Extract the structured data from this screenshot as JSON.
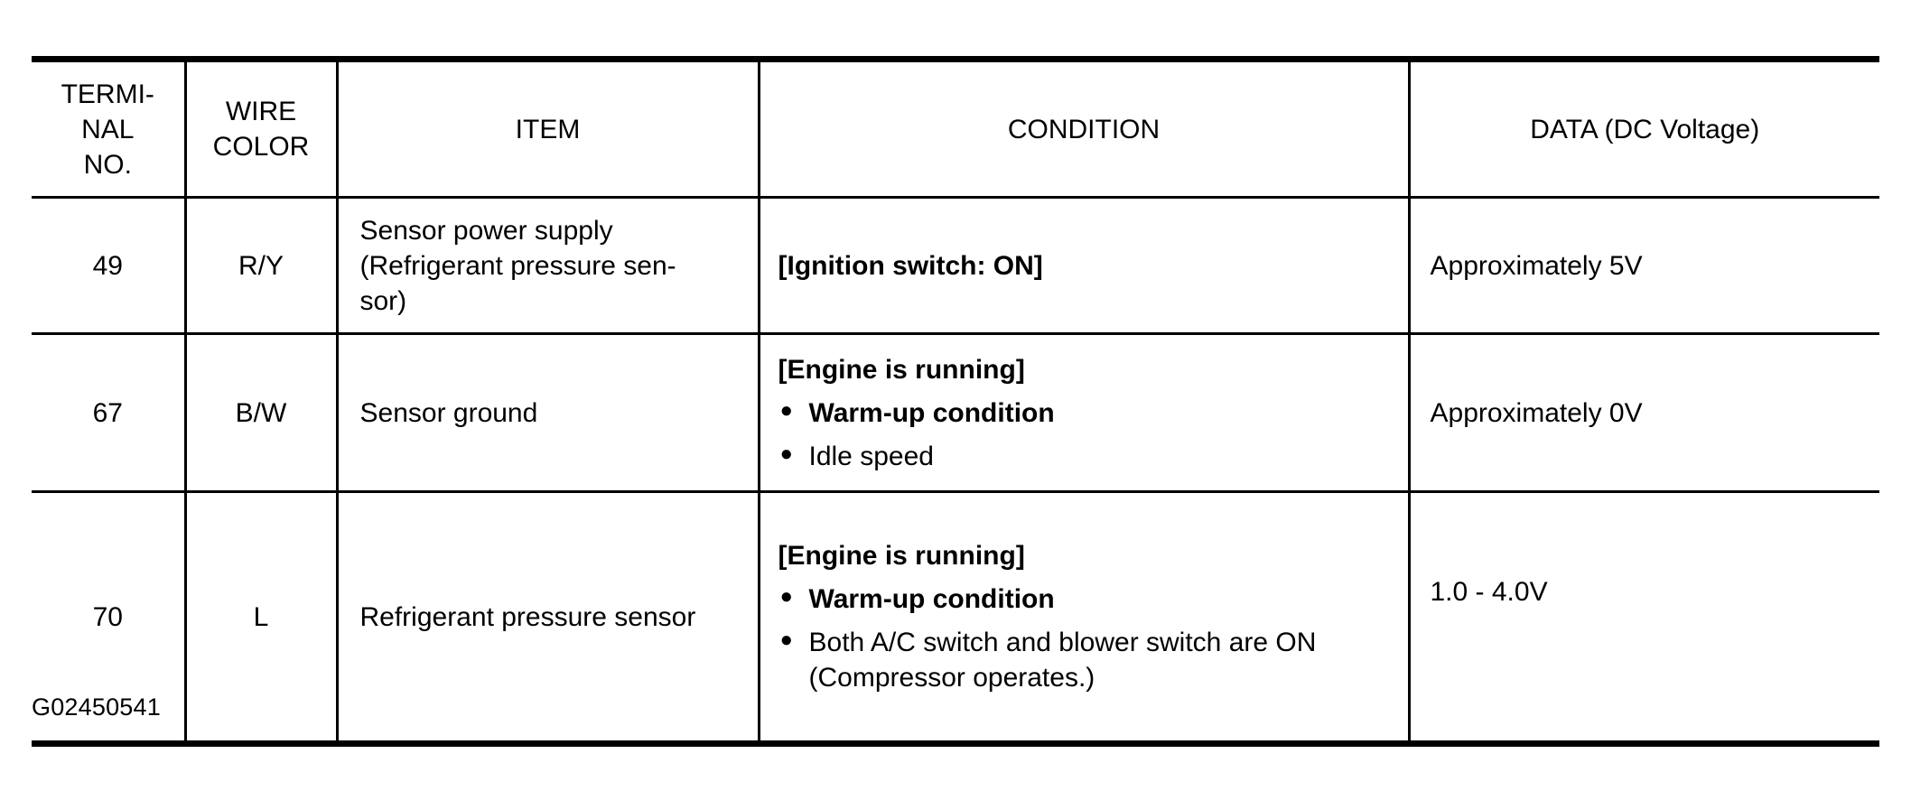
{
  "table": {
    "headers": [
      "TERMI-\nNAL\nNO.",
      "WIRE\nCOLOR",
      "ITEM",
      "CONDITION",
      "DATA (DC Voltage)"
    ],
    "header_lines": {
      "terminal": [
        "TERMI-",
        "NAL",
        "NO."
      ],
      "wire": [
        "WIRE",
        "COLOR"
      ],
      "item": "ITEM",
      "condition": "CONDITION",
      "data": "DATA (DC Voltage)"
    },
    "rows": [
      {
        "terminal_no": "49",
        "wire_color": "R/Y",
        "item_lines": [
          "Sensor power supply",
          "(Refrigerant pressure sen-",
          "sor)"
        ],
        "condition": {
          "title": "[Ignition switch: ON]",
          "bullets": []
        },
        "data": "Approximately 5V"
      },
      {
        "terminal_no": "67",
        "wire_color": "B/W",
        "item_lines": [
          "Sensor ground"
        ],
        "condition": {
          "title": "[Engine is running]",
          "bullets": [
            {
              "text": "Warm-up condition",
              "bold": true,
              "lines": [
                "Warm-up condition"
              ]
            },
            {
              "text": "Idle speed",
              "bold": false,
              "lines": [
                "Idle speed"
              ]
            }
          ]
        },
        "data": "Approximately 0V"
      },
      {
        "terminal_no": "70",
        "wire_color": "L",
        "item_lines": [
          "Refrigerant pressure sensor"
        ],
        "condition": {
          "title": "[Engine is running]",
          "bullets": [
            {
              "text": "Warm-up condition",
              "bold": true,
              "lines": [
                "Warm-up condition"
              ]
            },
            {
              "text": "Both A/C switch and blower switch are ON (Compressor operates.)",
              "bold": false,
              "lines": [
                "Both A/C switch and blower switch are ON",
                "(Compressor operates.)"
              ]
            }
          ]
        },
        "data": "1.0 - 4.0V"
      }
    ],
    "bullet_glyph": "●"
  },
  "caption": "G02450541",
  "colors": {
    "ink": "#000000",
    "paper": "#ffffff"
  }
}
